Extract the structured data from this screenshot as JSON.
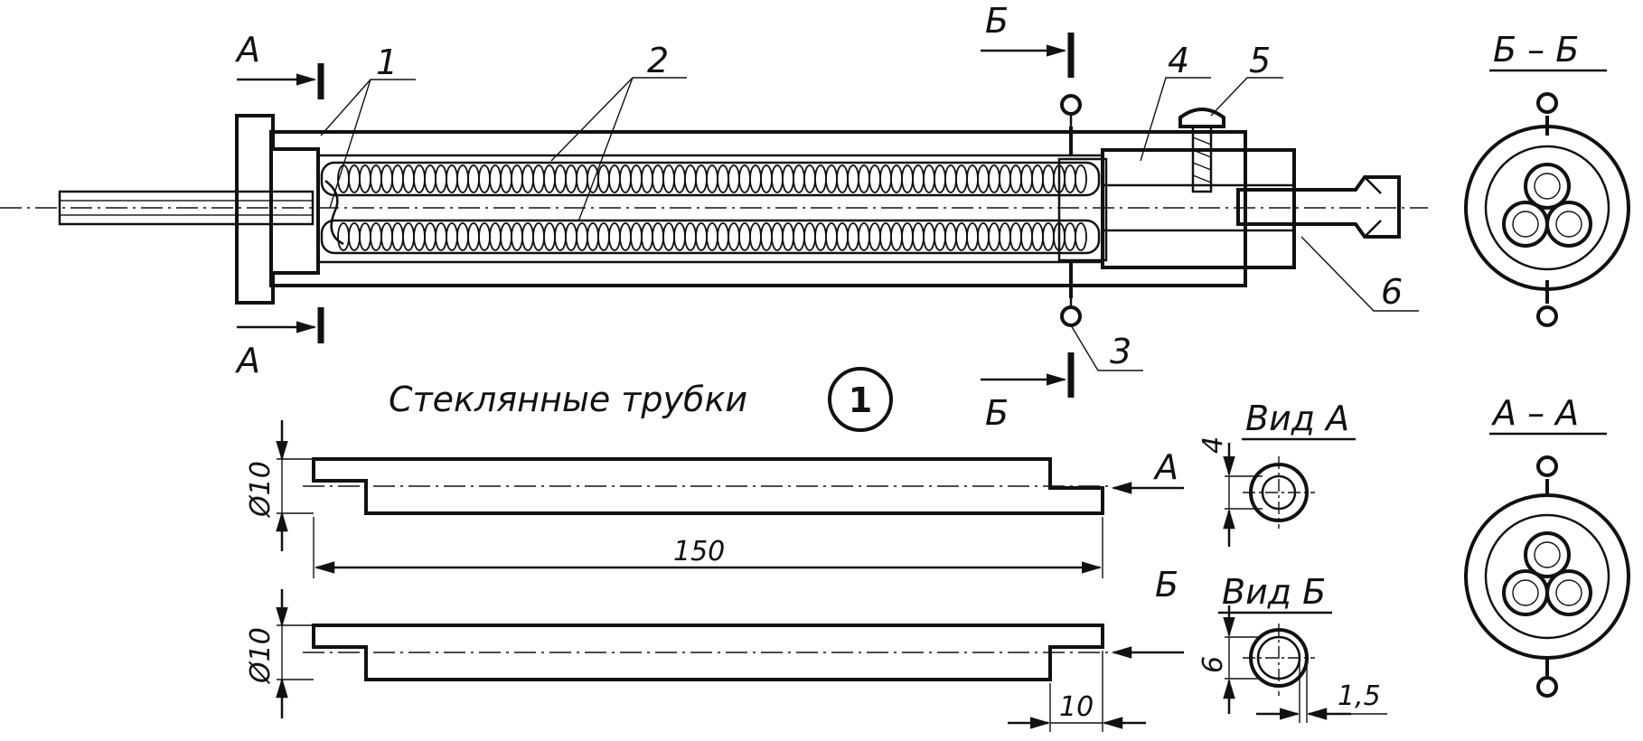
{
  "labels": {
    "caption": "Стеклянные трубки",
    "figure_number": "1",
    "section_a_left_top": "А",
    "section_a_left_bottom": "А",
    "section_b_top": "Б",
    "section_b_bottom": "Б",
    "part_1": "1",
    "part_2": "2",
    "part_3": "3",
    "part_4": "4",
    "part_5": "5",
    "part_6": "6",
    "section_bb_title": "Б – Б",
    "section_aa_title": "А – А",
    "view_a_title": "Вид А",
    "view_b_title": "Вид Б",
    "view_a_arrow": "А",
    "view_b_arrow": "Б"
  },
  "dimensions": {
    "tube_diameter_top": "Ø10",
    "tube_diameter_bottom": "Ø10",
    "tube_length": "150",
    "step_length": "10",
    "view_a_bore": "4",
    "view_b_bore": "6",
    "wall_thickness": "1,5"
  },
  "colors": {
    "ink": "#111111",
    "paper": "#ffffff"
  }
}
